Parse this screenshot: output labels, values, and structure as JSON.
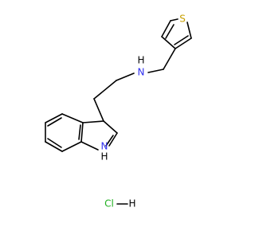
{
  "molecule": {
    "atoms": {
      "amine_n": "N",
      "amine_h": "H",
      "sulfur": "S",
      "indole_n": "N",
      "indole_h": "H",
      "salt_cl": "Cl",
      "salt_h": "H"
    },
    "colors": {
      "bond": "#000000",
      "nitrogen": "#3030f0",
      "sulfur": "#c8a000",
      "chlorine": "#1fb01f",
      "hydrogen": "#000000"
    }
  }
}
